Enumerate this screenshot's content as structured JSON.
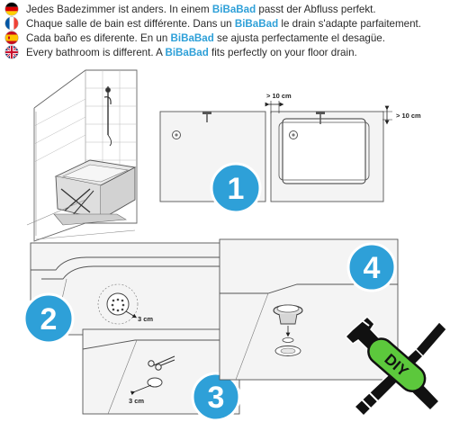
{
  "lines": [
    {
      "lang": "de",
      "before": "Jedes Badezimmer ist anders. In einem ",
      "brand": "BiBaBad",
      "after": " passt der Abfluss perfekt."
    },
    {
      "lang": "fr",
      "before": "Chaque salle de bain est différente. Dans un ",
      "brand": "BiBaBad",
      "after": " le drain s'adapte parfaitement."
    },
    {
      "lang": "es",
      "before": "Cada baño es diferente. En un ",
      "brand": "BiBaBad",
      "after": " se ajusta perfectamente el desagüe."
    },
    {
      "lang": "en",
      "before": "Every bathroom is different. A ",
      "brand": "BiBaBad",
      "after": " fits perfectly on your floor drain."
    }
  ],
  "flags": [
    {
      "name": "flag-germany",
      "colors": [
        "#000000",
        "#dd0000",
        "#ffce00"
      ]
    },
    {
      "name": "flag-france",
      "colors": [
        "#0055a4",
        "#ffffff",
        "#ef4135"
      ]
    },
    {
      "name": "flag-spain",
      "colors": [
        "#c60b1e",
        "#ffc400",
        "#c60b1e"
      ]
    },
    {
      "name": "flag-uk",
      "colors": [
        "#012169",
        "#ffffff",
        "#c8102e"
      ]
    }
  ],
  "diagram": {
    "dim_top": "> 10 cm",
    "dim_side": "> 10 cm",
    "dim_step2": "3 cm",
    "dim_step3": "3 cm",
    "steps": [
      "1",
      "2",
      "3",
      "4"
    ],
    "badge_text": "DIY"
  },
  "colors": {
    "accent": "#2ea0d8",
    "brand": "#2ea0d8",
    "badge_green": "#5cc83c",
    "line_gray": "#555555",
    "panel_fill": "#f4f4f4"
  }
}
